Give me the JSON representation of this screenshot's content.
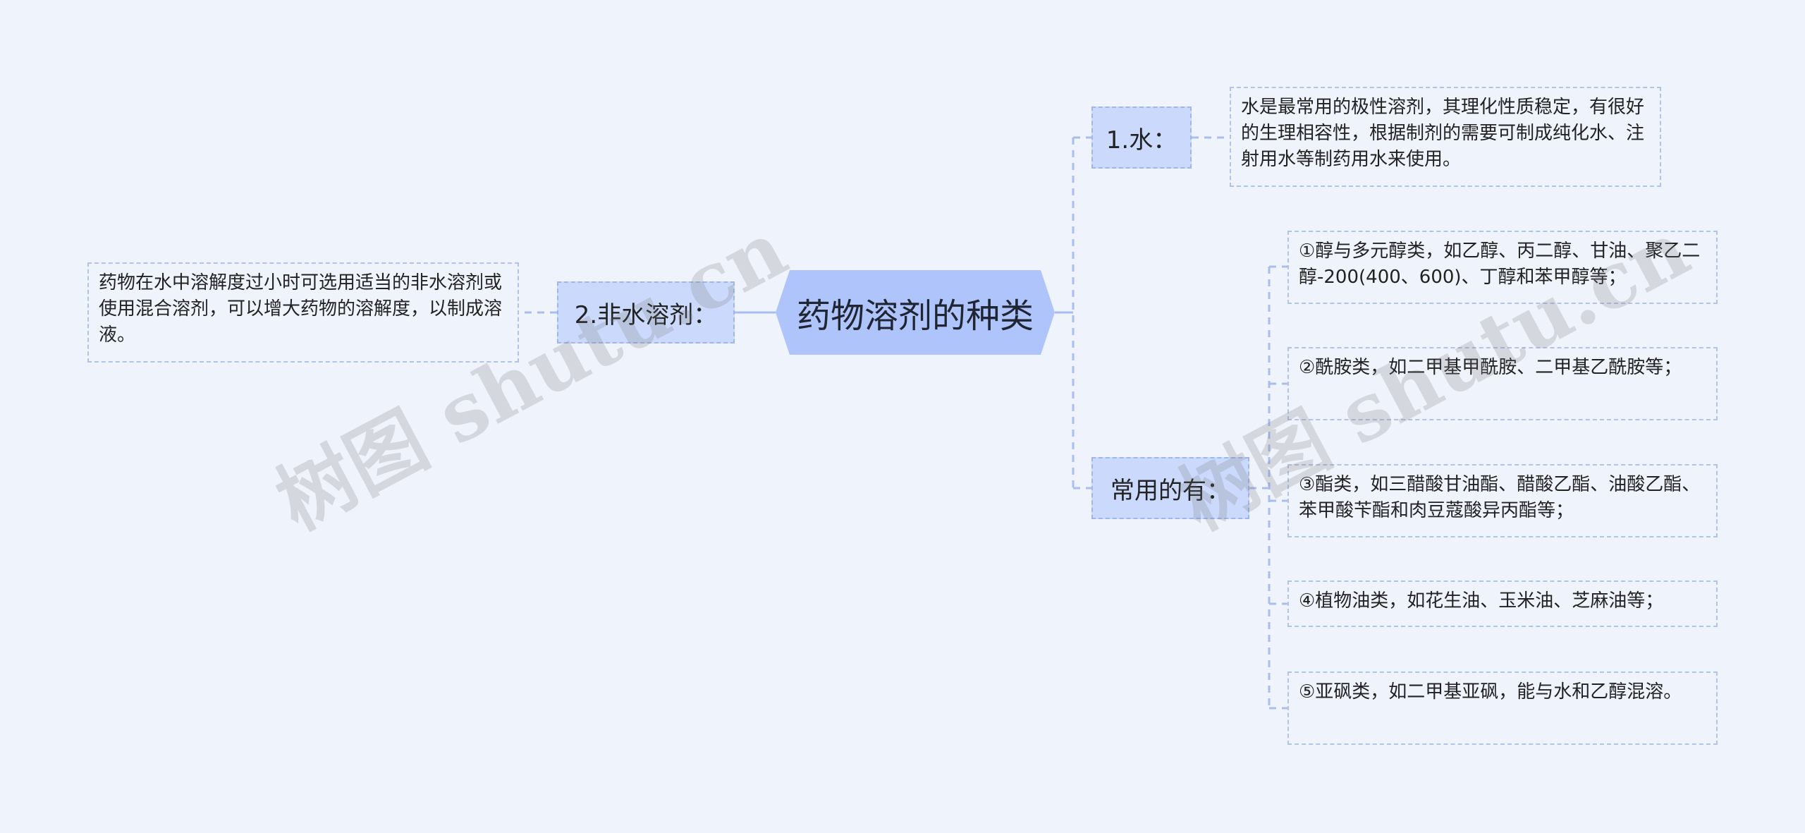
{
  "mindmap": {
    "root": "药物溶剂的种类",
    "water": {
      "label": "1.水：",
      "detail": "水是最常用的极性溶剂，其理化性质稳定，有很好的生理相容性，根据制剂的需要可制成纯化水、注射用水等制药用水来使用。"
    },
    "non_aqueous": {
      "label": "2.非水溶剂：",
      "detail": "药物在水中溶解度过小时可选用适当的非水溶剂或使用混合溶剂，可以增大药物的溶解度，以制成溶液。"
    },
    "common": {
      "label": "常用的有：",
      "items": [
        "①醇与多元醇类，如乙醇、丙二醇、甘油、聚乙二醇-200(400、600)、丁醇和苯甲醇等；",
        "②酰胺类，如二甲基甲酰胺、二甲基乙酰胺等；",
        "③酯类，如三醋酸甘油酯、醋酸乙酯、油酸乙酯、苯甲酸苄酯和肉豆蔻酸异丙酯等；",
        "④植物油类，如花生油、玉米油、芝麻油等；",
        "⑤亚砜类，如二甲基亚砜，能与水和乙醇混溶。"
      ]
    }
  },
  "watermark": [
    "树图 shutu.cn",
    "树图 shutu.cn"
  ],
  "colors": {
    "background": "#eff3fb",
    "root": "#aec4fb",
    "branch": "#cbd9fc",
    "line": "#a9bef0"
  }
}
